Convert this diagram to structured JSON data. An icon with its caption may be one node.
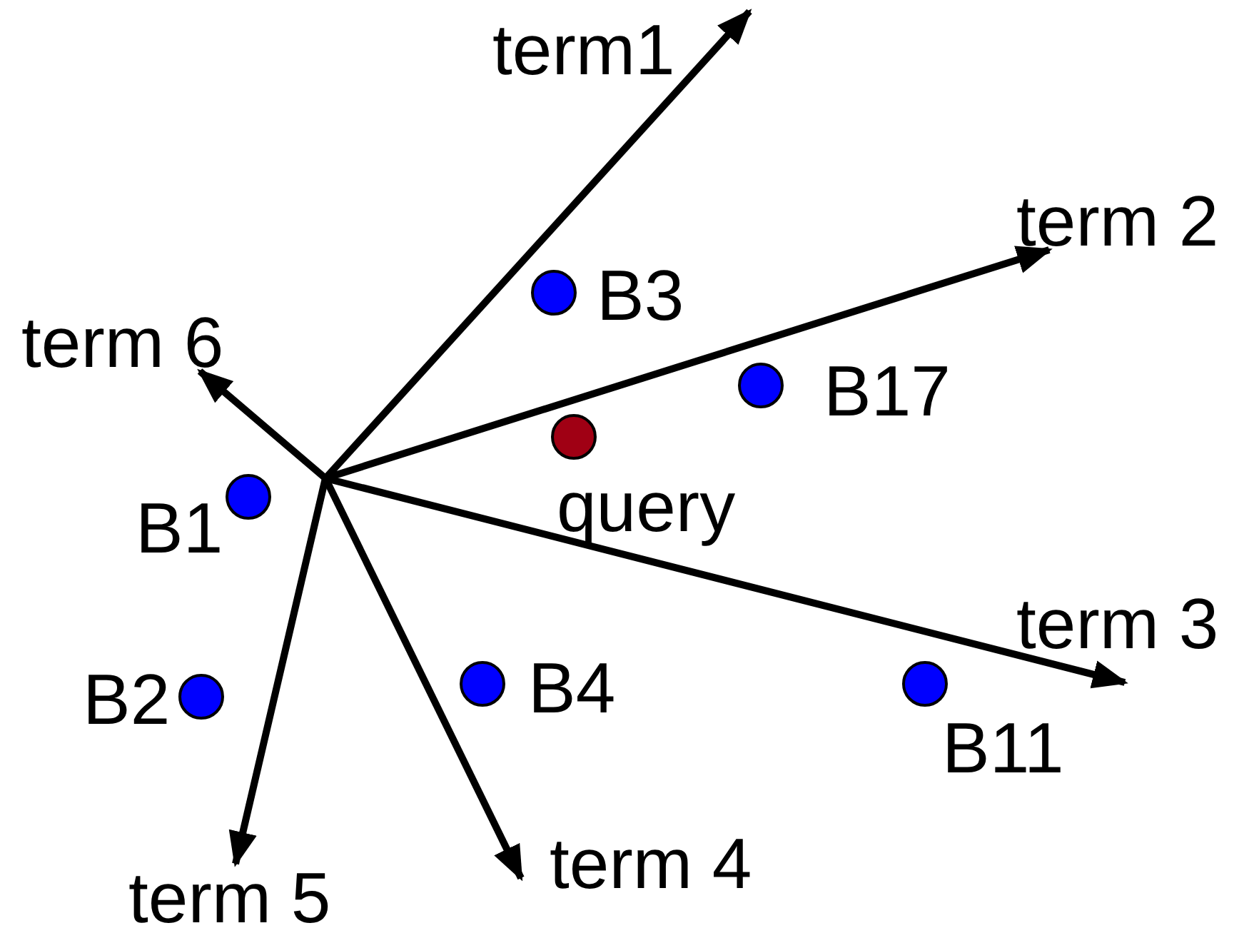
{
  "diagram": {
    "nodes": [
      {
        "text": [
          "term1"
        ]
      },
      {
        "text": [],
        "shape": "circle",
        "beside": [
          "B3"
        ]
      },
      {
        "text": [
          "term 2"
        ]
      },
      {
        "text": [
          "term 6"
        ]
      },
      {
        "text": [],
        "shape": "circle",
        "beside": [
          "B17"
        ]
      },
      {
        "text": [],
        "shape": "circle",
        "beside": [
          "query"
        ]
      },
      {
        "text": [],
        "shape": "circle",
        "beside": [
          "B1"
        ]
      },
      {
        "text": [
          "term 3"
        ]
      },
      {
        "text": [],
        "shape": "circle",
        "beside": [
          "B2"
        ]
      },
      {
        "text": [],
        "shape": "circle",
        "beside": [
          "B4"
        ]
      },
      {
        "text": [],
        "shape": "circle",
        "beside": [
          "B11"
        ]
      },
      {
        "text": [
          "term 4"
        ]
      },
      {
        "text": [
          "term 5"
        ]
      }
    ],
    "edges": [
      {
        "from": null,
        "to": 0,
        "arrow": "to"
      },
      {
        "from": null,
        "to": 2,
        "arrow": "to"
      },
      {
        "from": null,
        "to": 7,
        "arrow": "to"
      },
      {
        "from": null,
        "to": 11,
        "arrow": "to"
      },
      {
        "from": null,
        "to": 12,
        "arrow": "to"
      },
      {
        "from": null,
        "to": 3,
        "arrow": "to"
      }
    ]
  }
}
